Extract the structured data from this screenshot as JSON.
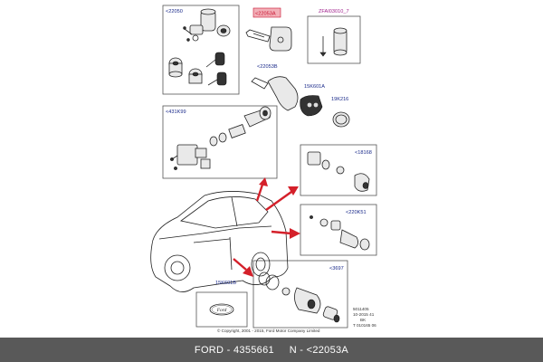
{
  "labels": {
    "box_top_left": "<22050",
    "highlighted_part": "<22053A",
    "tool_ref": "ZFAI03010_7",
    "part_b": "<22053B",
    "part_15k601a": "15K601A",
    "part_19k216": "19K216",
    "box_mid_left": "<431K99",
    "box_r1": "<18168",
    "box_r2": "<220K51",
    "box_r3": "<3697",
    "box_bottom_left": "15K601B",
    "logo_text": "Ford"
  },
  "revision_note": {
    "line1": "5011405",
    "line2": "10-2015 41",
    "line3": "BK",
    "line4": "T 010165 06"
  },
  "copyright": "© Copyright, 2001 - 2015, Ford Motor Company Limited",
  "footer": {
    "brand": "FORD",
    "part_number": "4355661",
    "code": "N - <22053A"
  },
  "colors": {
    "arrow": "#d4202a",
    "highlight_box": "#f2b0b8",
    "footer_bg": "#595959"
  }
}
